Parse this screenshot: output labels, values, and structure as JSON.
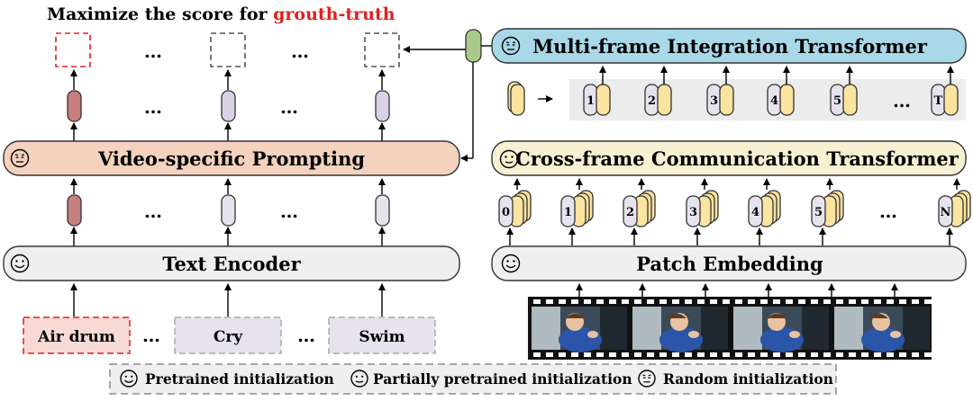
{
  "title": {
    "prefix": "Maximize the score for ",
    "highlight": "grouth-truth"
  },
  "blocks": {
    "text_encoder": "Text Encoder",
    "video_prompting": "Video-specific Prompting",
    "mit": "Multi-frame Integration Transformer",
    "cct": "Cross-frame Communication Transformer",
    "patch_embedding": "Patch Embedding"
  },
  "labels": [
    "Air drum",
    "Cry",
    "Swim"
  ],
  "frame_tokens": [
    "1",
    "2",
    "3",
    "4",
    "5",
    "T"
  ],
  "patch_tokens": [
    "0",
    "1",
    "2",
    "3",
    "4",
    "5",
    "N"
  ],
  "ellipsis": "…",
  "legend": {
    "pretrained": "Pretrained initialization",
    "partial": "Partially pretrained initialization",
    "random": "Random initialization"
  },
  "colors": {
    "accent_red": "#e02020",
    "prompting_fill": "#f4d2be",
    "mit_fill": "#a9d8e8",
    "cct_fill": "#f7f0d2",
    "encoder_fill": "#efefef",
    "token_red": "#c77f7f",
    "token_purple": "#d9d0e6",
    "token_light": "#e6e3ee",
    "token_yellow": "#fbe3a0",
    "token_green": "#a9c98a",
    "video_blue": "#2a55a8"
  },
  "icons": {
    "pretrained": "smile-face-icon",
    "partial": "half-smile-face-icon",
    "random": "neutral-face-icon"
  }
}
